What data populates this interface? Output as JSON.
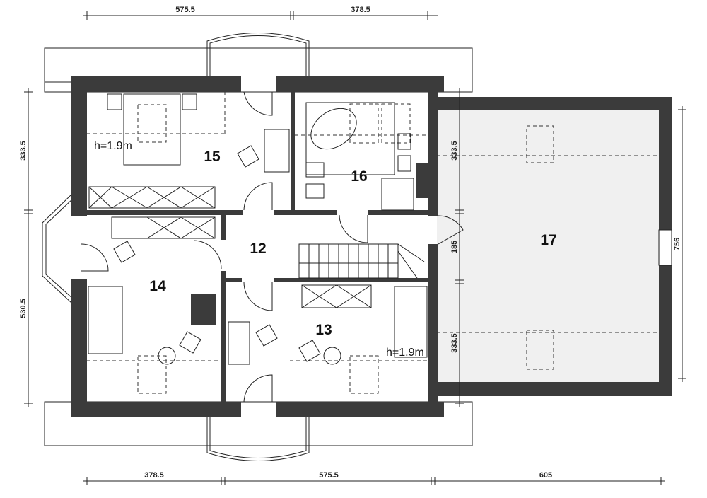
{
  "rooms": [
    {
      "id": "15",
      "label": "15"
    },
    {
      "id": "16",
      "label": "16"
    },
    {
      "id": "12",
      "label": "12"
    },
    {
      "id": "14",
      "label": "14"
    },
    {
      "id": "13",
      "label": "13"
    },
    {
      "id": "17",
      "label": "17"
    }
  ],
  "height_notes": [
    "h=1.9m",
    "h=1.9m"
  ],
  "dimensions": {
    "top": [
      "575.5",
      "378.5"
    ],
    "bottom": [
      "378.5",
      "575.5",
      "605"
    ],
    "left": [
      "333.5",
      "530.5"
    ],
    "inner_right": [
      "333.5",
      "185",
      "333.5"
    ],
    "right": [
      "756"
    ]
  },
  "colors": {
    "wall": "#3b3b3b",
    "attic_fill": "#f0f0f0"
  }
}
